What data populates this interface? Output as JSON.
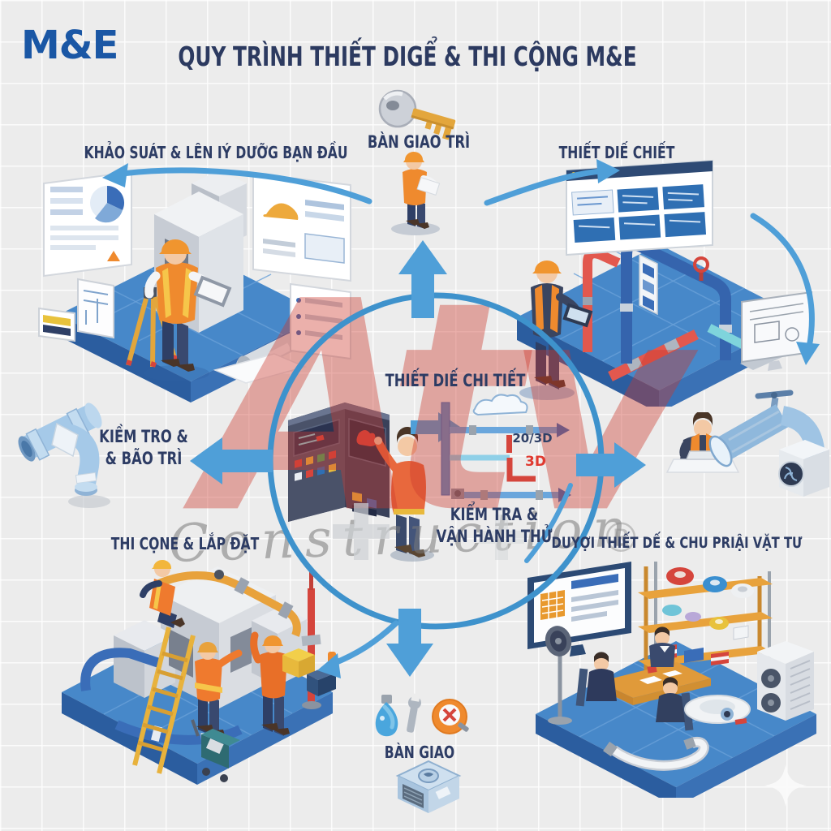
{
  "header": {
    "logo": "M&E",
    "title": "QUY TRÌNH THIẾT DIGỂ & THI CỘNG M&E"
  },
  "stages": {
    "top_center": {
      "label": "BÀN GIAO TRÌ"
    },
    "top_left": {
      "label": "KHẢO SUÁT & LÊN IÝ DƯỠG BẠN ĐẦU"
    },
    "top_right": {
      "label": "THIẾT DIẾ CHIẾT"
    },
    "center": {
      "label": "THIẾT DIẾ CHI TIẾT"
    },
    "center_sub": {
      "line1": "KIỂM TRA &",
      "line2": "VẬN HÀNH THỬ"
    },
    "mid_left": {
      "line1": "KIỀM TRO &",
      "line2": "& BÃO TRÌ"
    },
    "bottom_left": {
      "label": "THI CỌNE & LẮP ĐẶT"
    },
    "bottom_right": {
      "label": "DUYỢI THIẾT DẾ & CHU PRIẬI VẶT TƯ"
    },
    "bottom_center": {
      "label": "BÀN GIAO"
    }
  },
  "schematic": {
    "tag_2d": "20/3D",
    "tag_3d": "3D"
  },
  "watermark": {
    "brand": "Atv",
    "script": "Construction",
    "registered": "®"
  },
  "colors": {
    "logo_blue": "#1a57a5",
    "navy_text": "#2d3c64",
    "arrow_blue": "#4f9fd8",
    "circle_blue": "#3e92cc",
    "platform_blue": "#4788c9",
    "safety_orange": "#ef8a2e",
    "pipe_red": "#e2584e",
    "pipe_blue": "#3a6db8",
    "watermark_red": "#cd3a2e"
  },
  "icons": [
    "key-icon",
    "bulb-icon",
    "wrench-icon",
    "gauge-icon",
    "ac-unit-icon",
    "pipe-fitting-icon",
    "sparkle-icon"
  ]
}
